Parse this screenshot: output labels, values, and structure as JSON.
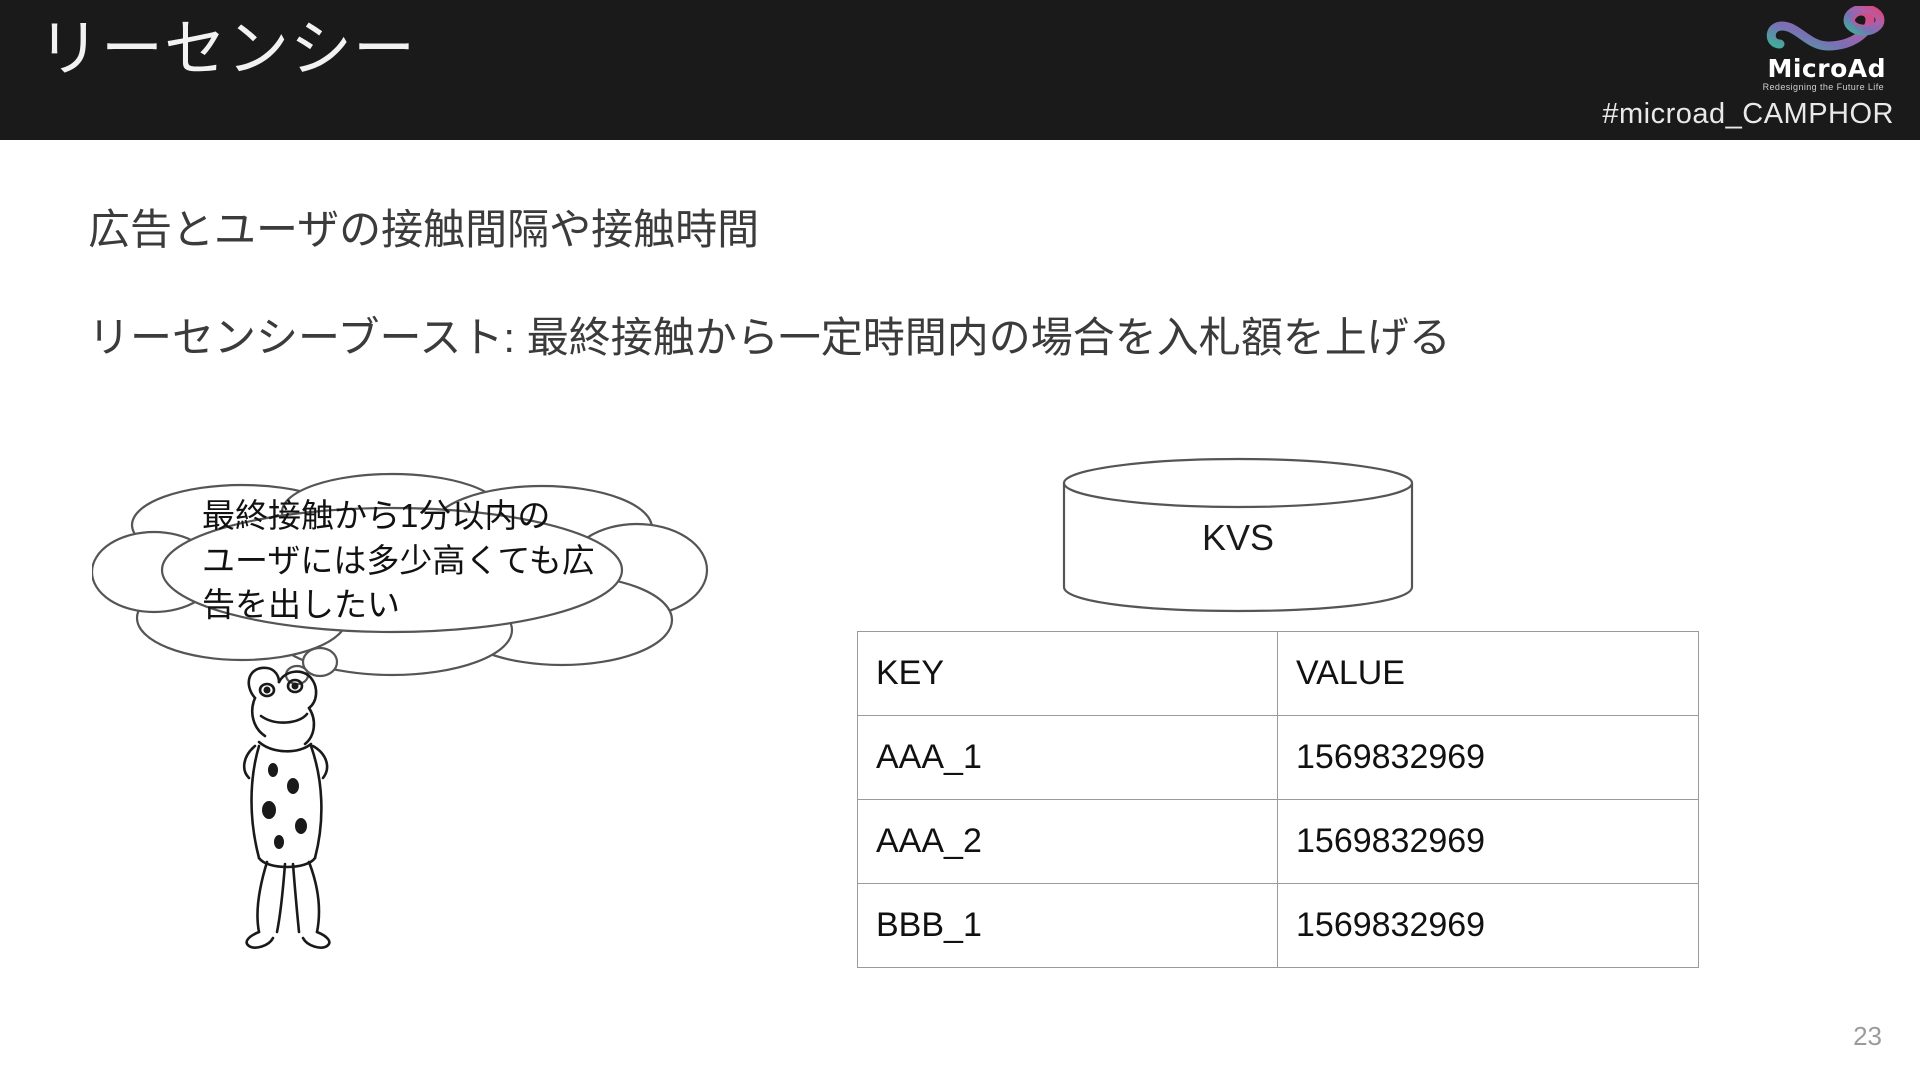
{
  "header": {
    "title": "リーセンシー",
    "hashtag": "#microad_CAMPHOR",
    "brand_name": "MicroAd",
    "brand_tagline": "Redesigning the Future Life",
    "bg_color": "#1a1a1a",
    "title_color": "#f2f2f2",
    "logo_gradient": [
      "#3fae9a",
      "#7b6fb5",
      "#b05fa8",
      "#e0457b"
    ]
  },
  "body": {
    "line1": "広告とユーザの接触間隔や接触時間",
    "line2": "リーセンシーブースト: 最終接触から一定時間内の場合を入札額を上げる",
    "text_color": "#3b3b3b"
  },
  "bubble": {
    "text": "最終接触から1分以内の\nユーザには多少高くても広\n告を出したい",
    "stroke_color": "#555555"
  },
  "kvs": {
    "label": "KVS",
    "stroke_color": "#555555"
  },
  "table": {
    "columns": [
      "KEY",
      "VALUE"
    ],
    "rows": [
      [
        "AAA_1",
        "1569832969"
      ],
      [
        "AAA_2",
        "1569832969"
      ],
      [
        "BBB_1",
        "1569832969"
      ]
    ],
    "border_color": "#9a9a9a"
  },
  "footer": {
    "page_number": "23",
    "page_number_color": "#9b9b9b"
  }
}
